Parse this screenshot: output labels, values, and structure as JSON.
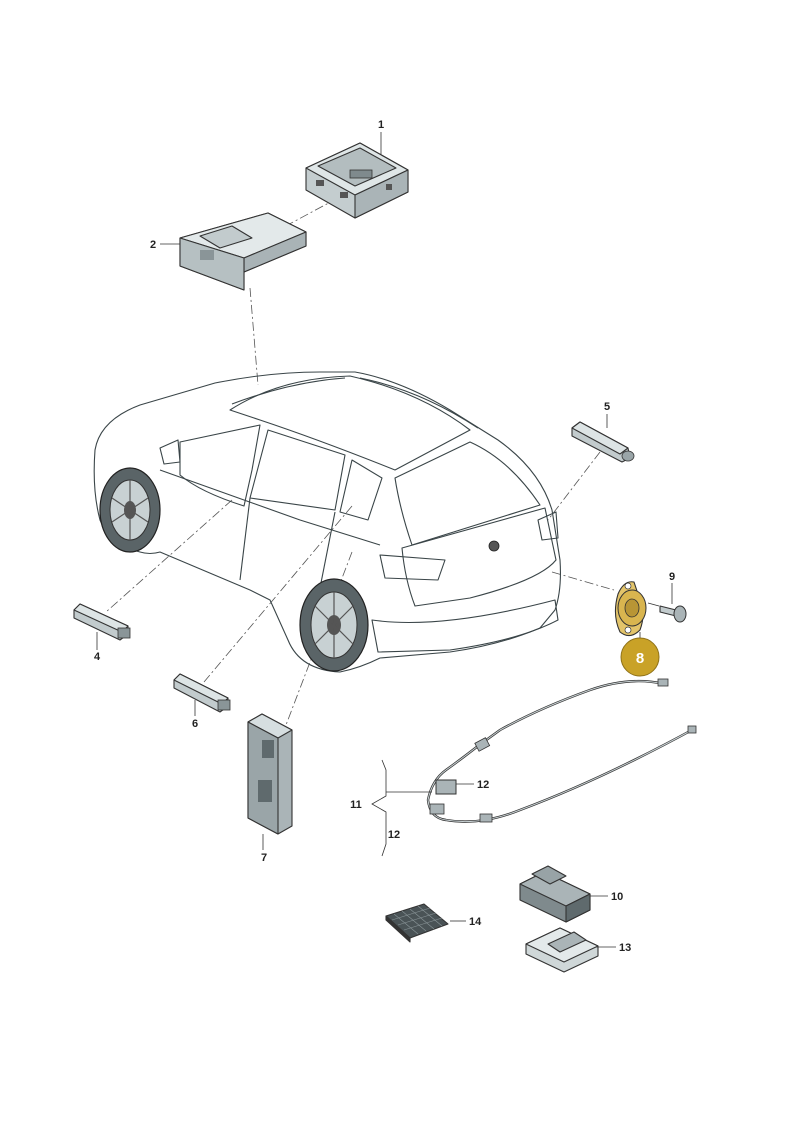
{
  "callouts": {
    "c1": "1",
    "c2": "2",
    "c4": "4",
    "c5": "5",
    "c6": "6",
    "c7": "7",
    "c8": "8",
    "c9": "9",
    "c10": "10",
    "c11": "11",
    "c12a": "12",
    "c12b": "12",
    "c13": "13",
    "c14": "14"
  },
  "colors": {
    "car_fill": "#e2e9ea",
    "car_shade": "#cbd5d7",
    "glass": "#b9c6c9",
    "part_fill": "#c9d2d4",
    "part_dark": "#7f8a8d",
    "highlight_fill": "#c9a227",
    "highlight_part": "#e3c46a"
  }
}
